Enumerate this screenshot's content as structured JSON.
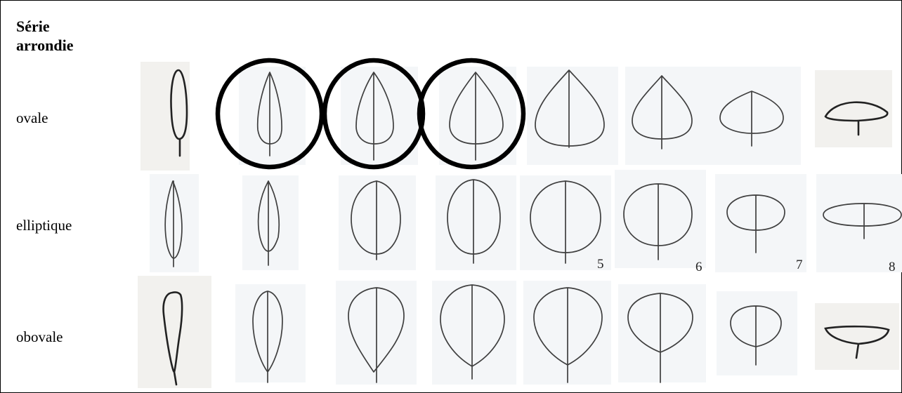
{
  "title": {
    "line1": "Série",
    "line2": "arrondie"
  },
  "rows": [
    {
      "label": "ovale"
    },
    {
      "label": "elliptique"
    },
    {
      "label": "obovale"
    }
  ],
  "numbers": [
    "5",
    "6",
    "7",
    "8"
  ],
  "highlighted": {
    "row": "ovale",
    "columns": [
      2,
      3,
      4
    ]
  },
  "colors": {
    "highlight": "#000000",
    "leaf_outline": "#3f3f3f"
  }
}
